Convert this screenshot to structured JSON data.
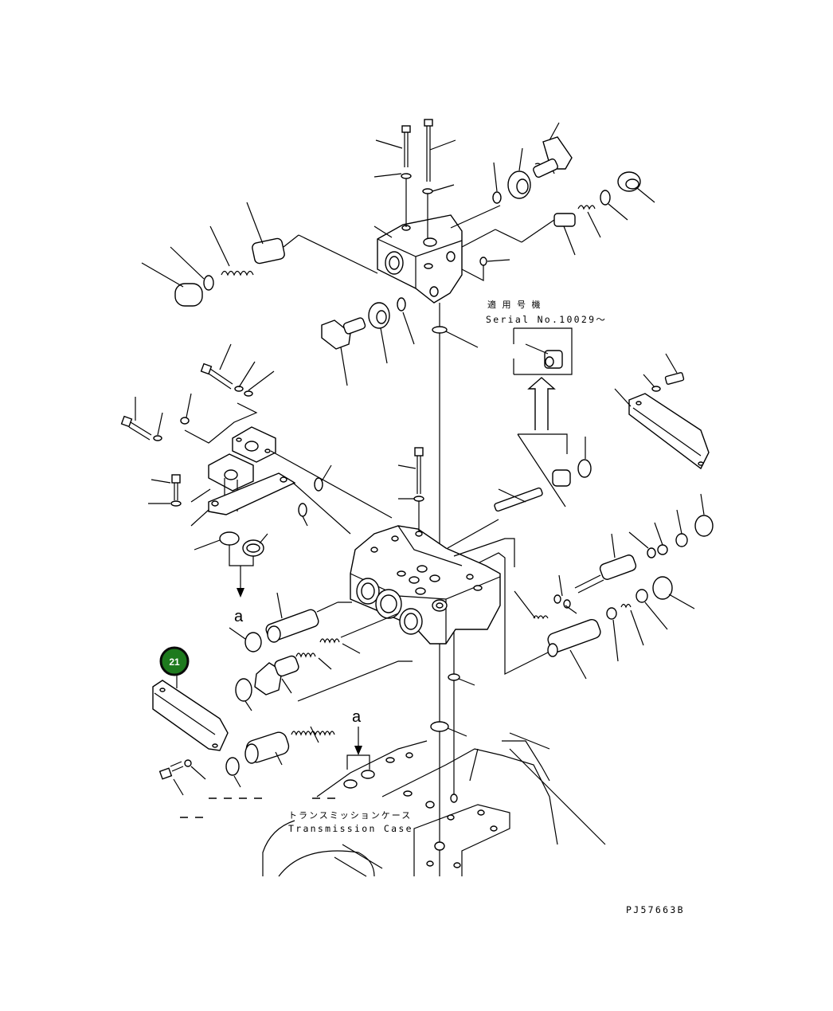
{
  "badge": {
    "label": "21",
    "fill": "#1e7a1e",
    "ring": "#0a0a0a"
  },
  "applicable_note": {
    "jp": "適 用 号 機",
    "en": "Serial No.10029～"
  },
  "transmission_case": {
    "jp": "トランスミッションケース",
    "en": "Transmission Case"
  },
  "flow_marker_top": "a",
  "flow_marker_bottom": "a",
  "drawing_code": "PJ57663B"
}
